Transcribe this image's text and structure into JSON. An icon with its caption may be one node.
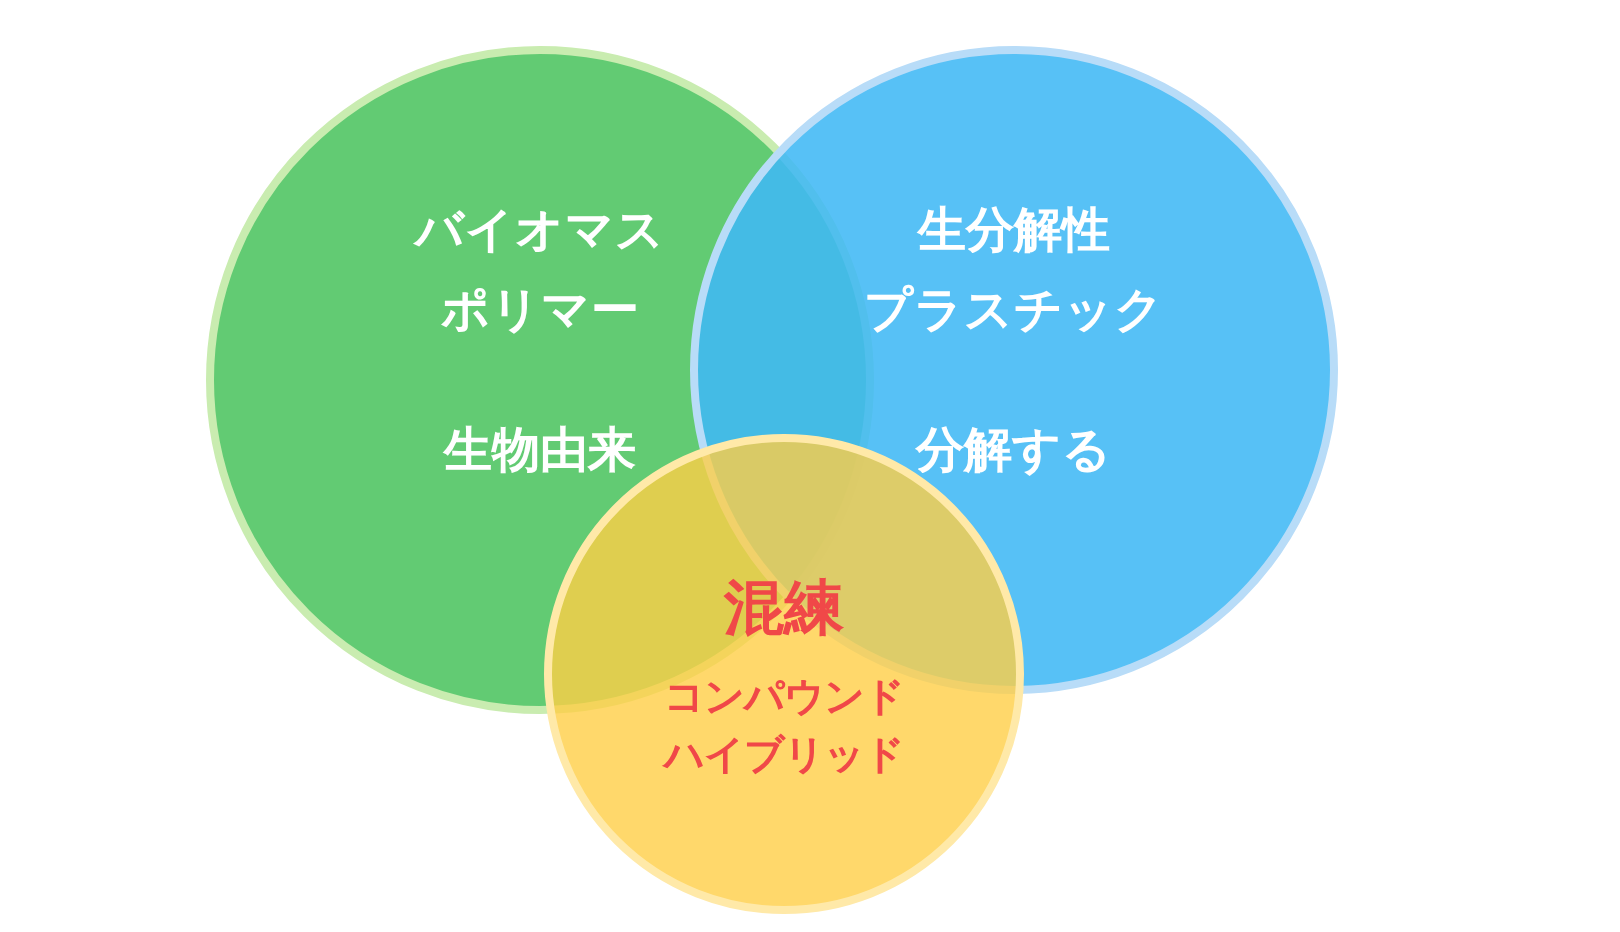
{
  "diagram": {
    "nodes": [
      {
        "text": [
          "バイオマスポリマー",
          "生物由来"
        ]
      },
      {
        "text": [
          "生分解性プラスチック",
          "分解する"
        ]
      },
      {
        "text": [
          "混練",
          "コンパウンドハイブリッド"
        ]
      }
    ]
  }
}
